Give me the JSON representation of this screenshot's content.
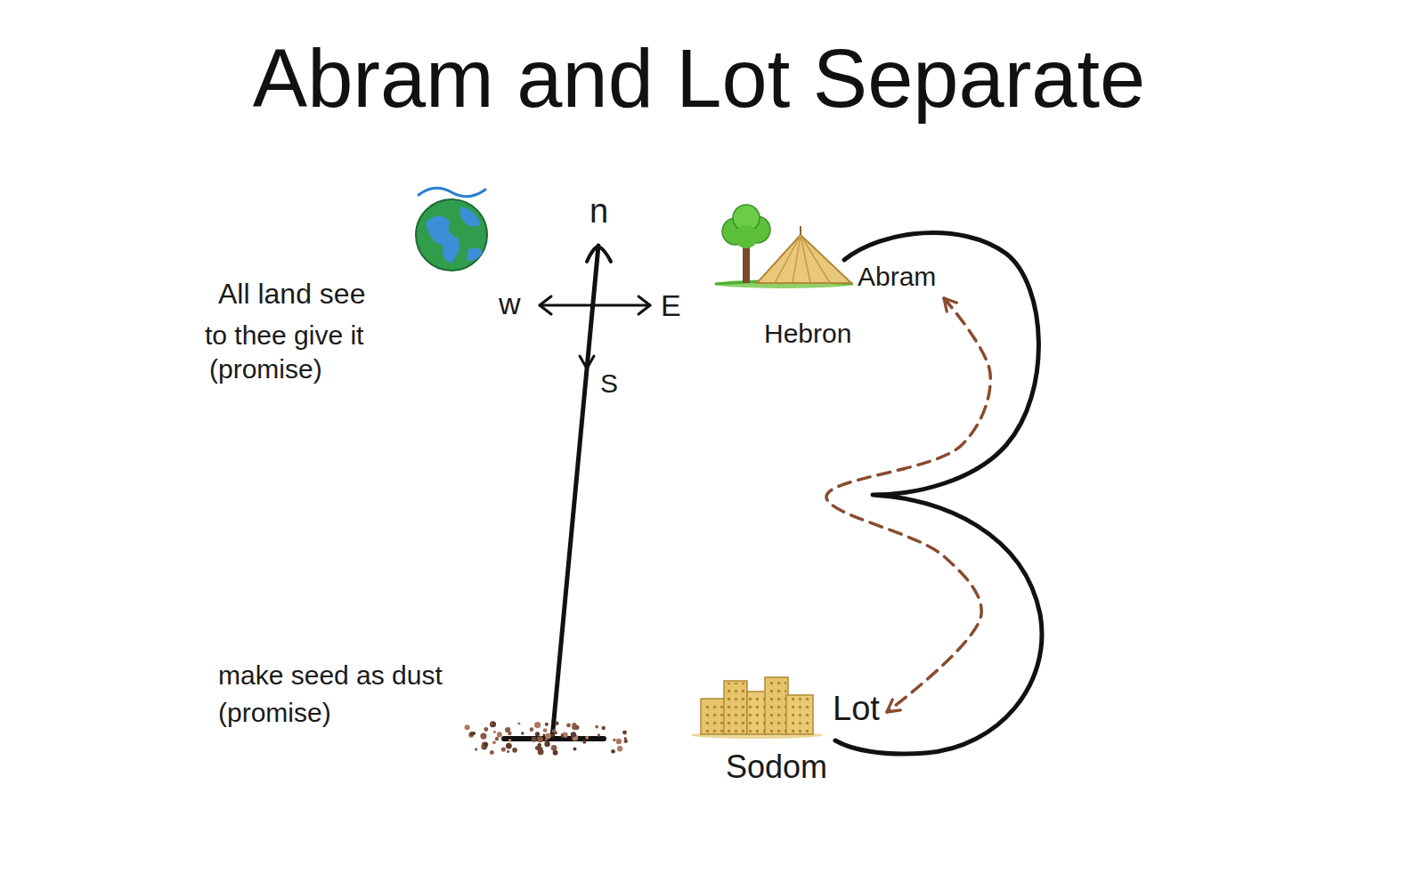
{
  "diagram": {
    "title": "Abram and Lot Separate",
    "nodes": [
      {
        "text": [
          "Abram",
          "Hebron"
        ]
      },
      {
        "text": [
          "Lot",
          "Sodom"
        ]
      }
    ],
    "edges": [
      {
        "from": 0,
        "to": 1,
        "arrow": "both"
      }
    ],
    "labels": [
      "n",
      "w",
      "E",
      "S",
      "All land see",
      "to thee give it",
      "(promise)",
      "make seed as dust",
      "(promise)"
    ]
  }
}
